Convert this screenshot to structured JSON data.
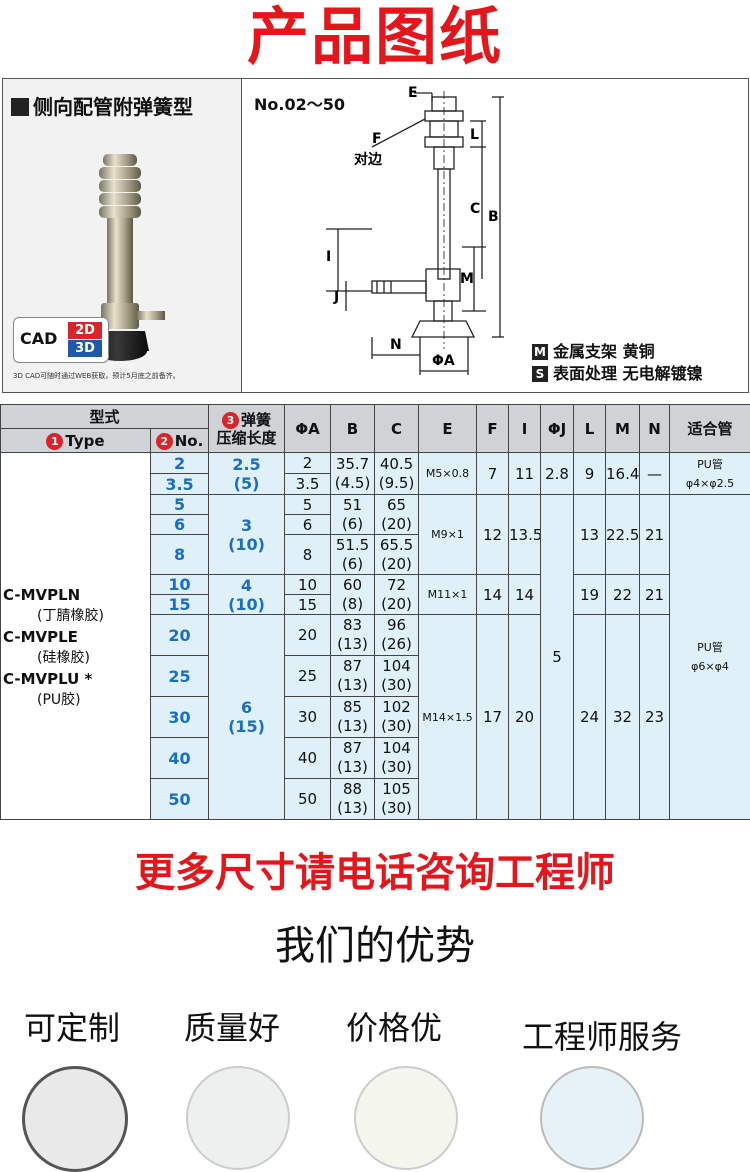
{
  "title": "产品图纸",
  "figure": {
    "product_name": "侧向配管附弹簧型",
    "cad": {
      "label": "CAD",
      "badge_2d": "2D",
      "badge_3d": "3D"
    },
    "cad_note": "3D CAD可随时通过WEB获取，预计5月底之前备齐。",
    "range_label": "No.02～50",
    "labels": {
      "E": "E",
      "F": "F",
      "F_note": "对边",
      "L": "L",
      "C": "C",
      "B": "B",
      "I": "I",
      "M": "M",
      "J": "J",
      "N": "N",
      "A": "ΦA"
    },
    "legend": [
      {
        "key": "M",
        "text": "金属支架 黄铜"
      },
      {
        "key": "S",
        "text": "表面处理 无电解镀镍"
      }
    ]
  },
  "table": {
    "head": {
      "type_group": "型式",
      "type": "Type",
      "no": "No.",
      "type_mark": "1",
      "no_mark": "2",
      "spring_mark": "3",
      "spring_line1": "弹簧",
      "spring_line2": "压缩长度",
      "A": "ΦA",
      "B": "B",
      "C": "C",
      "E": "E",
      "F": "F",
      "I": "I",
      "J": "ΦJ",
      "L": "L",
      "M": "M",
      "N": "N",
      "pipe": "适合管"
    },
    "types": [
      {
        "name": "C-MVPLN",
        "material": "(丁腈橡胶)"
      },
      {
        "name": "C-MVPLE",
        "material": "(硅橡胶)"
      },
      {
        "name": "C-MVPLU *",
        "material": "(PU胶)"
      }
    ],
    "rows": [
      {
        "no": "2",
        "A": "2",
        "B": "35.7",
        "Bs": "(4.5)",
        "C": "40.5",
        "Cs": "(9.5)"
      },
      {
        "no": "3.5",
        "A": "3.5"
      },
      {
        "no": "5",
        "A": "5",
        "B": "51",
        "Bs": "(6)",
        "C": "65",
        "Cs": "(20)"
      },
      {
        "no": "6",
        "A": "6"
      },
      {
        "no": "8",
        "A": "8",
        "B": "51.5",
        "Bs": "(6)",
        "C": "65.5",
        "Cs": "(20)"
      },
      {
        "no": "10",
        "A": "10",
        "B": "60",
        "Bs": "(8)",
        "C": "72",
        "Cs": "(20)"
      },
      {
        "no": "15",
        "A": "15"
      },
      {
        "no": "20",
        "A": "20",
        "B": "83",
        "Bs": "(13)",
        "C": "96",
        "Cs": "(26)"
      },
      {
        "no": "25",
        "A": "25",
        "B": "87",
        "Bs": "(13)",
        "C": "104",
        "Cs": "(30)"
      },
      {
        "no": "30",
        "A": "30",
        "B": "85",
        "Bs": "(13)",
        "C": "102",
        "Cs": "(30)"
      },
      {
        "no": "40",
        "A": "40",
        "B": "87",
        "Bs": "(13)",
        "C": "104",
        "Cs": "(30)"
      },
      {
        "no": "50",
        "A": "50",
        "B": "88",
        "Bs": "(13)",
        "C": "105",
        "Cs": "(30)"
      }
    ],
    "spring": [
      {
        "main": "2.5",
        "sub": "(5)"
      },
      {
        "main": "3",
        "sub": "(10)"
      },
      {
        "main": "4",
        "sub": "(10)"
      },
      {
        "main": "6",
        "sub": "(15)"
      }
    ],
    "groups": [
      {
        "E": "M5×0.8",
        "F": "7",
        "I": "11",
        "J": "2.8",
        "L": "9",
        "M": "16.4",
        "N": "—",
        "pipe1": "PU管",
        "pipe2": "φ4×φ2.5"
      },
      {
        "E": "M9×1",
        "F": "12",
        "I": "13.5",
        "L": "13",
        "M": "22.5",
        "N": "21"
      },
      {
        "E": "M11×1",
        "F": "14",
        "I": "14",
        "L": "19",
        "M": "22",
        "N": "21"
      },
      {
        "E": "M14×1.5",
        "F": "17",
        "I": "20",
        "L": "24",
        "M": "32",
        "N": "23"
      }
    ],
    "J_main": "5",
    "pipe_main1": "PU管",
    "pipe_main2": "φ6×φ4"
  },
  "more_sizes": "更多尺寸请电话咨询工程师",
  "advantages_title": "我们的优势",
  "features": [
    "可定制",
    "质量好",
    "价格优",
    "工程师服务"
  ]
}
